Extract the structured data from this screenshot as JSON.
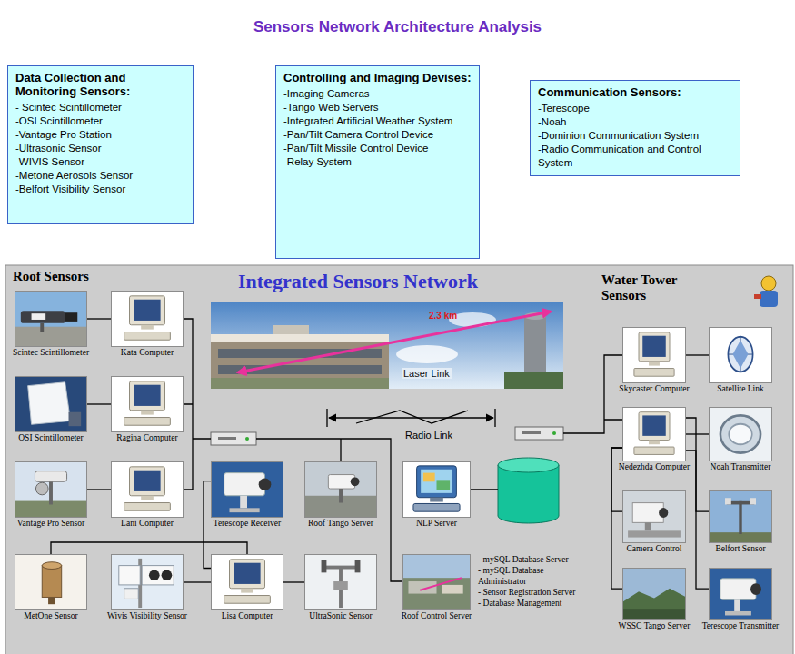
{
  "diagram": {
    "title": "Sensors Network Architecture Analysis",
    "nodes": [
      {
        "text": [
          "Data Collection and Monitoring Sensors:",
          "- Scintec Scintillometer",
          "-OSI Scintillometer",
          "-Vantage Pro Station",
          "-Ultrasonic Sensor",
          "-WIVIS Sensor",
          "-Metone Aerosols Sensor",
          "-Belfort Visibility Sensor"
        ]
      },
      {
        "text": [
          "Controlling and Imaging Devises:",
          "-Imaging Cameras",
          "-Tango Web Servers",
          "-Integrated Artificial Weather System",
          "-Pan/Tilt Camera Control Device",
          "-Pan/Tilt Missile Control Device",
          "-Relay System"
        ]
      },
      {
        "text": [
          "Communication Sensors:",
          "-Terescope",
          "-Noah",
          "-Dominion Communication System",
          "-Radio Communication and Control System"
        ]
      },
      {
        "text": [
          "Roof Sensors",
          "Integrated Sensors Network",
          "Water Tower Sensors"
        ]
      },
      {
        "text": [
          "Scintec Scintillometer"
        ],
        "in": 3
      },
      {
        "text": [
          "Kata Computer"
        ],
        "in": 3
      },
      {
        "text": [
          "OSI Scintillometer"
        ],
        "in": 3
      },
      {
        "text": [
          "Ragina Computer"
        ],
        "in": 3
      },
      {
        "text": [
          "Vantage Pro Sensor"
        ],
        "in": 3
      },
      {
        "text": [
          "Lani Computer"
        ],
        "in": 3
      },
      {
        "text": [
          "Terescope Receiver"
        ],
        "in": 3
      },
      {
        "text": [
          "Roof Tango Server"
        ],
        "in": 3
      },
      {
        "text": [
          "NLP Server"
        ],
        "in": 3
      },
      {
        "text": [
          "MetOne Sensor"
        ],
        "in": 3
      },
      {
        "text": [
          "Wivis Visibility Sensor"
        ],
        "in": 3
      },
      {
        "text": [
          "Lisa Computer"
        ],
        "in": 3
      },
      {
        "text": [
          "UltraSonic Sensor"
        ],
        "in": 3
      },
      {
        "text": [
          "Roof Control Server"
        ],
        "in": 3
      },
      {
        "text": [
          "Skycaster Computer"
        ],
        "in": 3
      },
      {
        "text": [
          "Satellite Link"
        ],
        "in": 3
      },
      {
        "text": [
          "Nedezhda Computer"
        ],
        "in": 3
      },
      {
        "text": [
          "Noah Transmitter"
        ],
        "in": 3
      },
      {
        "text": [
          "Camera Control"
        ],
        "in": 3
      },
      {
        "text": [
          "Belfort Sensor"
        ],
        "in": 3
      },
      {
        "text": [
          "WSSC Tango Server"
        ],
        "in": 3
      },
      {
        "text": [
          "Terescope Transmitter"
        ],
        "in": 3
      }
    ],
    "edges": [
      {
        "from": 4,
        "to": 5,
        "arrow": "none"
      },
      {
        "from": 6,
        "to": 7,
        "arrow": "none"
      },
      {
        "from": 8,
        "to": 9,
        "arrow": "none"
      },
      {
        "from": 10,
        "to": 15,
        "arrow": "none"
      },
      {
        "from": 13,
        "to": 15,
        "arrow": "none"
      },
      {
        "from": 14,
        "to": 15,
        "arrow": "none"
      },
      {
        "from": 15,
        "to": 16,
        "arrow": "none"
      },
      {
        "from": 18,
        "to": 19,
        "arrow": "none"
      },
      {
        "from": 20,
        "to": 21,
        "arrow": "none"
      },
      {
        "from": 20,
        "to": 23,
        "arrow": "none"
      },
      {
        "from": 20,
        "to": 25,
        "arrow": "none"
      },
      {
        "from": 20,
        "to": 22,
        "arrow": "none"
      },
      {
        "from": 20,
        "to": 24,
        "arrow": "none"
      }
    ],
    "labels": [
      "Laser Link",
      "2.3 km",
      "Radio Link",
      "- mySQL Database Server",
      "- mySQL Database Administrator",
      "- Sensor Registration Server",
      "- Database Management"
    ]
  }
}
